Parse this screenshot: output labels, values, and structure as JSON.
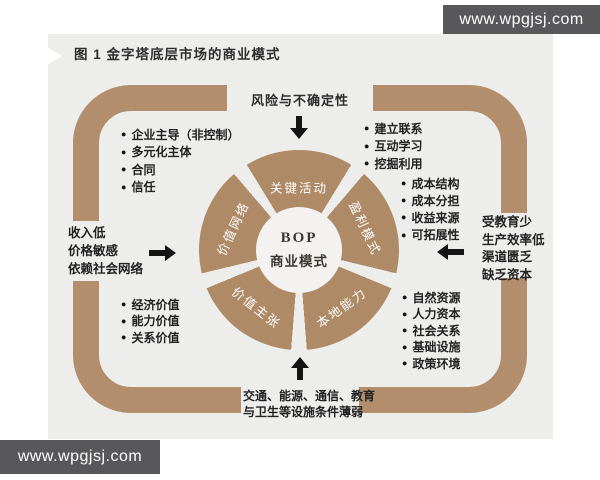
{
  "watermark": {
    "text": "www.wpgjsj.com"
  },
  "title": "图 1 金字塔底层市场的商业模式",
  "colors": {
    "ring_tan": "#b28e6c",
    "slice_tan": "#af8a67",
    "content_bg": "#ededec",
    "watermark_bar": "#58585a",
    "text_dark": "#222222",
    "slice_label": "#ffffff"
  },
  "diagram": {
    "center": {
      "line1": "BOP",
      "line2": "商业模式"
    },
    "segments": [
      {
        "label": "关键活动"
      },
      {
        "label": "盈利模式"
      },
      {
        "label": "本地能力"
      },
      {
        "label": "价值主张"
      },
      {
        "label": "价值网络"
      }
    ],
    "top_factor": "风险与不确定性",
    "lists": {
      "top_left": [
        "企业主导（非控制）",
        "多元化主体",
        "合同",
        "信任"
      ],
      "top_right": [
        "建立联系",
        "互动学习",
        "挖掘利用"
      ],
      "right_inner": [
        "成本结构",
        "成本分担",
        "收益来源",
        "可拓展性"
      ],
      "bottom_left": [
        "经济价值",
        "能力价值",
        "关系价值"
      ],
      "bottom_right": [
        "自然资源",
        "人力资本",
        "社会关系",
        "基础设施",
        "政策环境"
      ]
    },
    "left_outer": [
      "收入低",
      "价格敏感",
      "依赖社会网络"
    ],
    "right_outer": [
      "受教育少",
      "生产效率低",
      "渠道匮乏",
      "缺乏资本"
    ],
    "bottom_note": [
      "交通、能源、通信、教育",
      "与卫生等设施条件薄弱"
    ]
  }
}
